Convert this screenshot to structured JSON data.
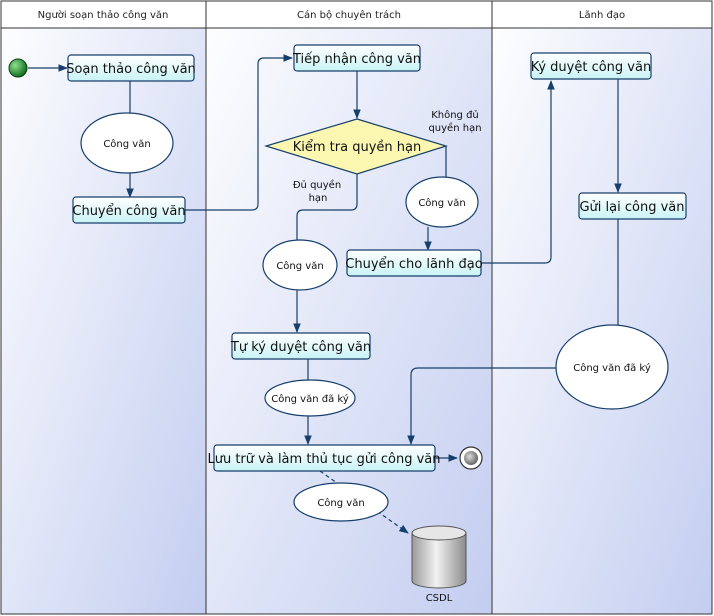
{
  "lanes": [
    {
      "title": "Người soạn thảo công văn"
    },
    {
      "title": "Cán bộ chuyên trách"
    },
    {
      "title": "Lãnh đạo"
    }
  ],
  "activities": {
    "soan_thao": "Soạn thảo công văn",
    "chuyen_cong_van": "Chuyển công văn",
    "tiep_nhan": "Tiếp nhận công văn",
    "chuyen_lanh_dao": "Chuyển cho lãnh đạo",
    "tu_ky": "Tự ký duyệt công văn",
    "luu_tru": "Lưu trữ và làm thủ tục gửi công văn",
    "ky_duyet": "Ký duyệt công văn",
    "gui_lai": "Gửi lại công văn"
  },
  "decision": {
    "label": "Kiểm tra quyền hạn"
  },
  "guards": {
    "khong_du_line1": "Không đủ",
    "khong_du_line2": "quyền hạn",
    "du_line1": "Đủ quyền",
    "du_line2": "hạn"
  },
  "objects": {
    "cong_van_1": "Công văn",
    "cong_van_2": "Công văn",
    "cong_van_3": "Công văn",
    "cong_van_da_ky_1": "Công văn đã ký",
    "cong_van_da_ky_2": "Công văn đã ký",
    "cong_van_4": "Công văn"
  },
  "datastore": {
    "label": "CSDL"
  }
}
